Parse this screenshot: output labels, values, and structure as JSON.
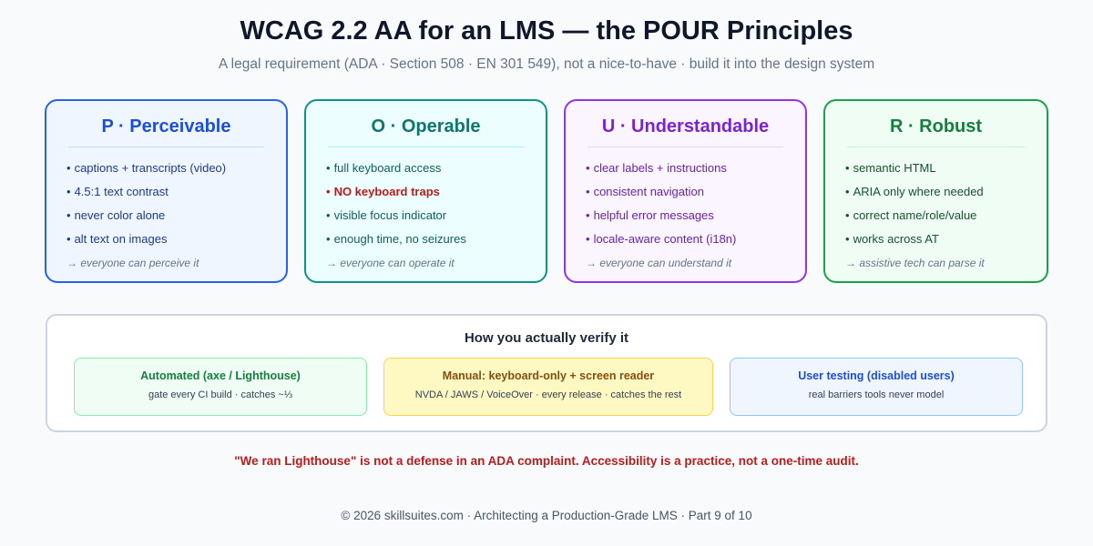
{
  "header": {
    "title": "WCAG 2.2 AA for an LMS — the POUR Principles",
    "subtitle": "A legal requirement (ADA · Section 508 · EN 301 549), not a nice-to-have · build it into the design system"
  },
  "principles": [
    {
      "title": "P · Perceivable",
      "colors": {
        "border": "#2563eb",
        "bg": "#eff6ff",
        "title": "#1d4ed8",
        "text": "#1e3a8a",
        "rule": "#bfdbfe"
      },
      "items": [
        {
          "text": "captions + transcripts (video)",
          "warn": false
        },
        {
          "text": "4.5:1 text contrast",
          "warn": false
        },
        {
          "text": "never color alone",
          "warn": false
        },
        {
          "text": "alt text on images",
          "warn": false
        }
      ],
      "footer": "→ everyone can perceive it"
    },
    {
      "title": "O · Operable",
      "colors": {
        "border": "#0d9488",
        "bg": "#ecfeff",
        "title": "#0f766e",
        "text": "#115e59",
        "rule": "#a5f3fc"
      },
      "items": [
        {
          "text": "full keyboard access",
          "warn": false
        },
        {
          "text": "NO keyboard traps",
          "warn": true
        },
        {
          "text": "visible focus indicator",
          "warn": false
        },
        {
          "text": "enough time, no seizures",
          "warn": false
        }
      ],
      "footer": "→ everyone can operate it"
    },
    {
      "title": "U · Understandable",
      "colors": {
        "border": "#9333ea",
        "bg": "#faf5ff",
        "title": "#7e22ce",
        "text": "#6b21a8",
        "rule": "#e9d5ff"
      },
      "items": [
        {
          "text": "clear labels + instructions",
          "warn": false
        },
        {
          "text": "consistent navigation",
          "warn": false
        },
        {
          "text": "helpful error messages",
          "warn": false
        },
        {
          "text": "locale-aware content (i18n)",
          "warn": false
        }
      ],
      "footer": "→ everyone can understand it"
    },
    {
      "title": "R · Robust",
      "colors": {
        "border": "#16a34a",
        "bg": "#f0fdf4",
        "title": "#15803d",
        "text": "#14532d",
        "rule": "#bbf7d0"
      },
      "items": [
        {
          "text": "semantic HTML",
          "warn": false
        },
        {
          "text": "ARIA only where needed",
          "warn": false
        },
        {
          "text": "correct name/role/value",
          "warn": false
        },
        {
          "text": "works across AT",
          "warn": false
        }
      ],
      "footer": "→ assistive tech can parse it"
    }
  ],
  "bullet": "•",
  "warn_color": "#b91c1c",
  "verify": {
    "title": "How you actually verify it",
    "methods": [
      {
        "title": "Automated (axe / Lighthouse)",
        "desc": "gate every CI build · catches ~⅓",
        "colors": {
          "border": "#86efac",
          "bg": "#f0fdf4",
          "title": "#15803d"
        }
      },
      {
        "title": "Manual: keyboard-only + screen reader",
        "desc": "NVDA / JAWS / VoiceOver · every release · catches the rest",
        "colors": {
          "border": "#fcd34d",
          "bg": "#fef9c3",
          "title": "#854d0e"
        }
      },
      {
        "title": "User testing (disabled users)",
        "desc": "real barriers tools never model",
        "colors": {
          "border": "#93c5fd",
          "bg": "#eff6ff",
          "title": "#1d4ed8"
        }
      }
    ]
  },
  "warning": "\"We ran Lighthouse\" is not a defense in an ADA complaint. Accessibility is a practice, not a one-time audit.",
  "footer": "© 2026 skillsuites.com · Architecting a Production-Grade LMS · Part 9 of 10"
}
